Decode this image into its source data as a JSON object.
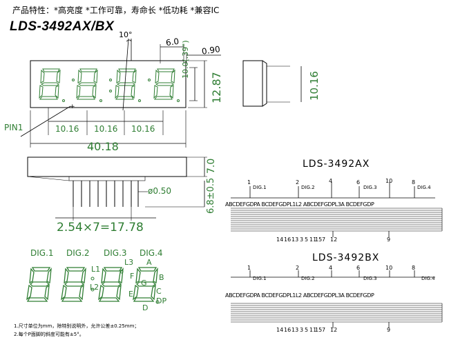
{
  "header": {
    "features": "产品特性：*高亮度 *工作可靠，寿命长 *低功耗 *兼容IC",
    "model": "LDS-3492AX/BX"
  },
  "dimensions": {
    "angle": "10°",
    "top_width": "6.0",
    "dp_offset": "0.90",
    "digit_height": "10.0(.39\")",
    "total_height": "12.87",
    "pitch_1": "10.16",
    "pitch_2": "10.16",
    "pitch_3": "10.16",
    "total_width": "40.18",
    "side_height": "10.16",
    "body_depth": "7.0",
    "pin_length": "6.8±0.5",
    "pin_diameter": "ø0.50",
    "pin_span": "2.54×7=17.78",
    "pin1_label": "PIN1"
  },
  "segment_view": {
    "dig1": "DIG.1",
    "dig2": "DIG.2",
    "dig3": "DIG.3",
    "dig4": "DIG.4",
    "l1": "L1",
    "l2": "L2",
    "l3": "L3",
    "a": "A",
    "b": "B",
    "c": "C",
    "d": "D",
    "dp": "DP",
    "e": "E",
    "f": "F",
    "g": "G"
  },
  "circuit_ax": {
    "title": "LDS-3492AX",
    "digits": [
      "DIG.1",
      "DIG.2",
      "DIG.3",
      "DIG.4"
    ],
    "top_pins": [
      "1",
      "2",
      "4",
      "6",
      "10",
      "8"
    ],
    "segments": "ABCDEFGDPA BCDEFGDPL1L2 ABCDEFGDPL3A BCDEFGDP",
    "bottom_pins": [
      "14",
      "16",
      "13",
      "3",
      "5",
      "11",
      "15",
      "7",
      "12",
      "9"
    ]
  },
  "circuit_bx": {
    "title": "LDS-3492BX",
    "digits": [
      "DIG.1",
      "DIG.2",
      "DIG.3",
      "DIG.4"
    ],
    "top_pins": [
      "1",
      "2",
      "4",
      "6",
      "10",
      "8"
    ],
    "segments": "ABCDEFGDPA BCDEFGDPL1L2 ABCDEFGDPL3A BCDEFGDP",
    "bottom_pins": [
      "14",
      "16",
      "13",
      "3",
      "5",
      "11",
      "15",
      "7",
      "12",
      "9"
    ]
  },
  "notes": [
    "1.尺寸单位为mm，除特别说明外，允许公差±0.25mm；",
    "2.每个P面脚的斜度可能有±5°。"
  ]
}
